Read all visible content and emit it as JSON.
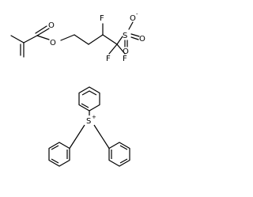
{
  "molecule_top": {
    "atoms": {
      "carbonyl_o": "O",
      "ester_o": "O",
      "f_ch": "F",
      "f_cf2_left": "F",
      "f_cf2_right": "F",
      "sulfonyl_s": "S",
      "sulfonyl_o_top": "O",
      "sulfonyl_o_side": "O",
      "sulfonyl_o_bottom": "O"
    },
    "charges": {
      "oxide_minus": "-"
    }
  },
  "molecule_bottom": {
    "atoms": {
      "sulfonium_s": "S"
    },
    "charges": {
      "sulfonium_plus": "+"
    }
  }
}
